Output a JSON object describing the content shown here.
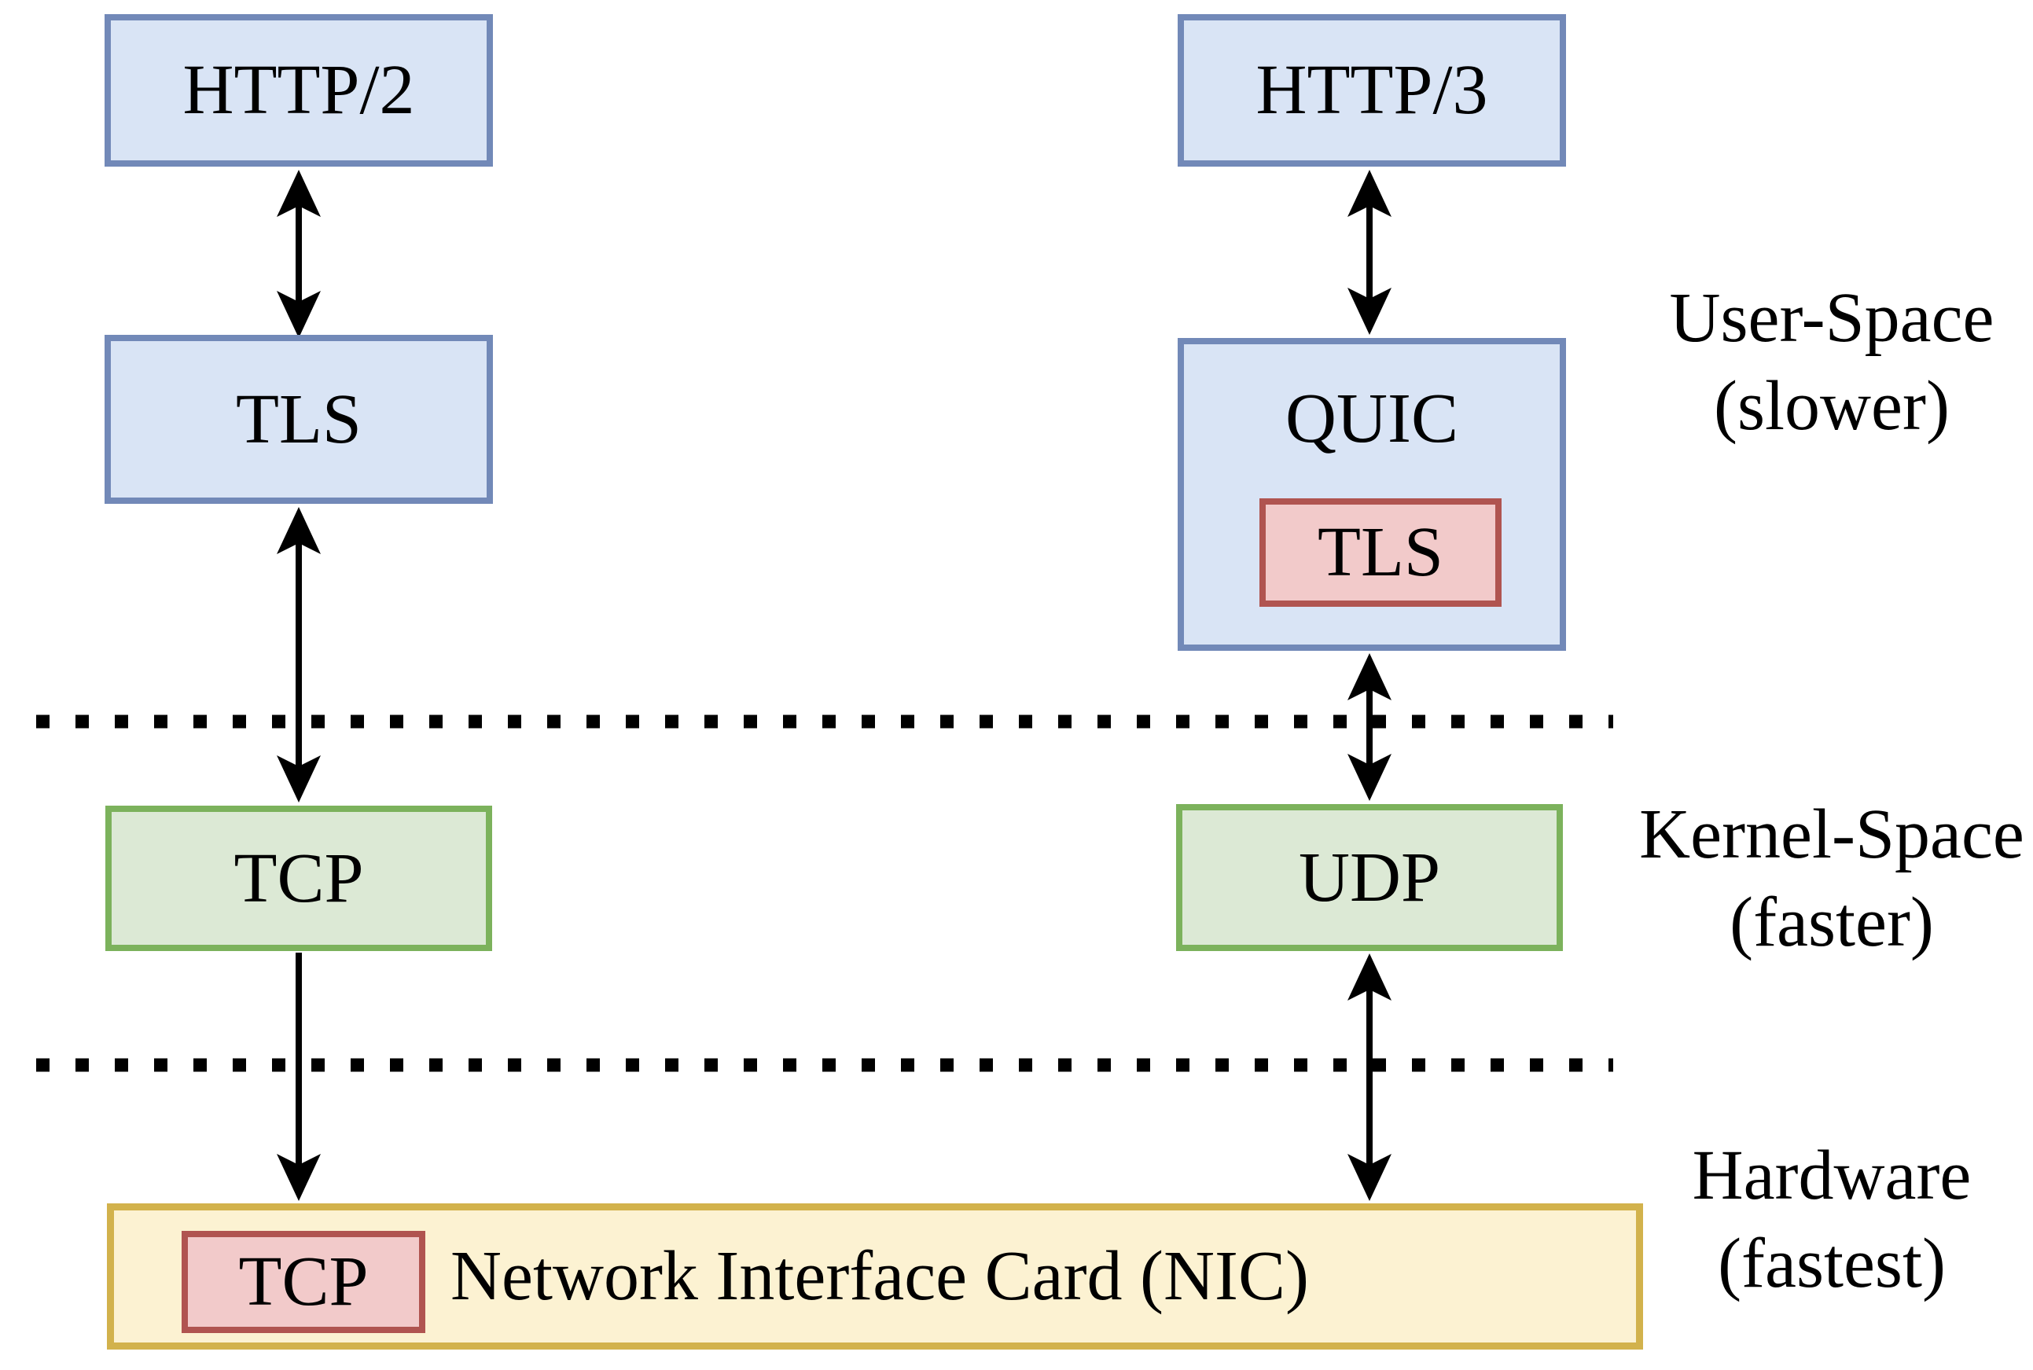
{
  "diagram": {
    "left_stack": {
      "http2": "HTTP/2",
      "tls": "TLS",
      "tcp": "TCP"
    },
    "right_stack": {
      "http3": "HTTP/3",
      "quic": "QUIC",
      "quic_tls": "TLS",
      "udp": "UDP"
    },
    "nic": {
      "tcp_offload": "TCP",
      "label": "Network Interface Card (NIC)"
    },
    "zones": [
      {
        "line1": "User-Space",
        "line2": "(slower)"
      },
      {
        "line1": "Kernel-Space",
        "line2": "(faster)"
      },
      {
        "line1": "Hardware",
        "line2": "(fastest)"
      }
    ],
    "colors": {
      "protocol_box_fill": "#d9e4f5",
      "protocol_box_border": "#7289b8",
      "transport_box_fill": "#dce9d5",
      "transport_box_border": "#7cb25c",
      "embedded_box_fill": "#f2caca",
      "embedded_box_border": "#b05450",
      "nic_fill": "#fcf2d2",
      "nic_border": "#d2b24c",
      "connector": "#000000",
      "text": "#000000",
      "background": "#ffffff"
    }
  }
}
